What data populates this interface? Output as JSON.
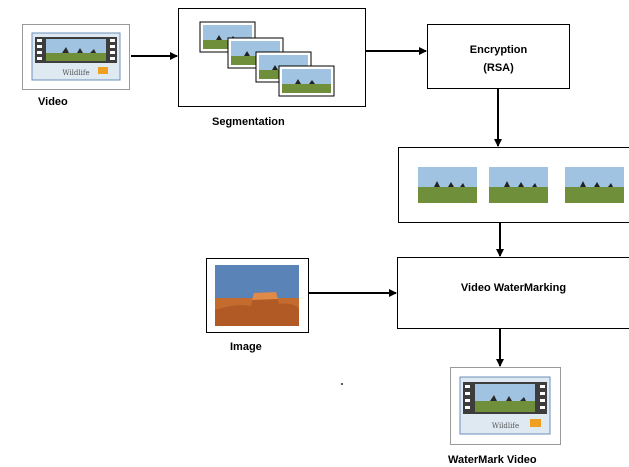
{
  "nodes": {
    "video": {
      "label": "Video",
      "thumb_caption": "Wildlife"
    },
    "segmentation": {
      "label": "Segmentation"
    },
    "encryption": {
      "line1": "Encryption",
      "line2": "(RSA)"
    },
    "encrypted_frames": {
      "frame_count": 3
    },
    "image": {
      "label": "Image"
    },
    "watermarking": {
      "label": "Video WaterMarking"
    },
    "output": {
      "label": "WaterMark Video",
      "thumb_caption": "Wildlife"
    }
  },
  "colors": {
    "sky_top": "#8fb8dc",
    "sky_bottom": "#cfe3ef",
    "grass": "#6f8f3a",
    "film": "#3d3d3d",
    "desert_sky": "#5a84b8",
    "rock": "#b25a25"
  }
}
